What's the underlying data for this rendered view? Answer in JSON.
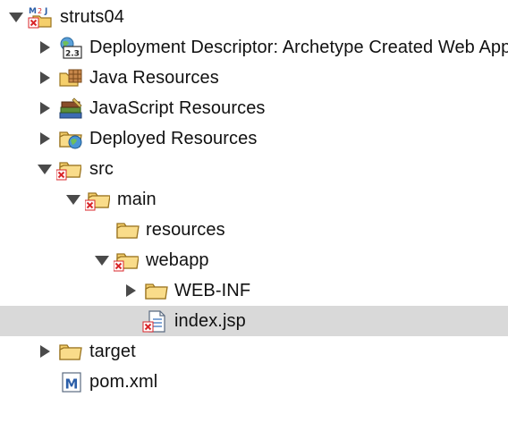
{
  "tree": {
    "selected_row": "index.jsp",
    "items": [
      {
        "label": "struts04",
        "expanded": true
      },
      {
        "label": "Deployment Descriptor: Archetype Created Web Application",
        "expanded": false
      },
      {
        "label": "Java Resources",
        "expanded": false
      },
      {
        "label": "JavaScript Resources",
        "expanded": false
      },
      {
        "label": "Deployed Resources",
        "expanded": false
      },
      {
        "label": "src",
        "expanded": true
      },
      {
        "label": "main",
        "expanded": true
      },
      {
        "label": "resources"
      },
      {
        "label": "webapp",
        "expanded": true
      },
      {
        "label": "WEB-INF",
        "expanded": false
      },
      {
        "label": "index.jsp"
      },
      {
        "label": "target",
        "expanded": false
      },
      {
        "label": "pom.xml"
      }
    ]
  },
  "icons": {
    "project": "maven-web-project-icon",
    "descriptor": "deployment-descriptor-icon",
    "java": "java-resources-icon",
    "javascript": "javascript-resources-icon",
    "deployed": "deployed-resources-icon",
    "folder": "folder-icon",
    "folder_error": "folder-error-icon",
    "jsp_file": "jsp-file-error-icon",
    "maven_file": "maven-pom-icon"
  },
  "colors": {
    "selection": "#d9d9d9",
    "folder": "#e9b74a",
    "error": "#d9252a",
    "maven_blue": "#2b5ea8"
  }
}
